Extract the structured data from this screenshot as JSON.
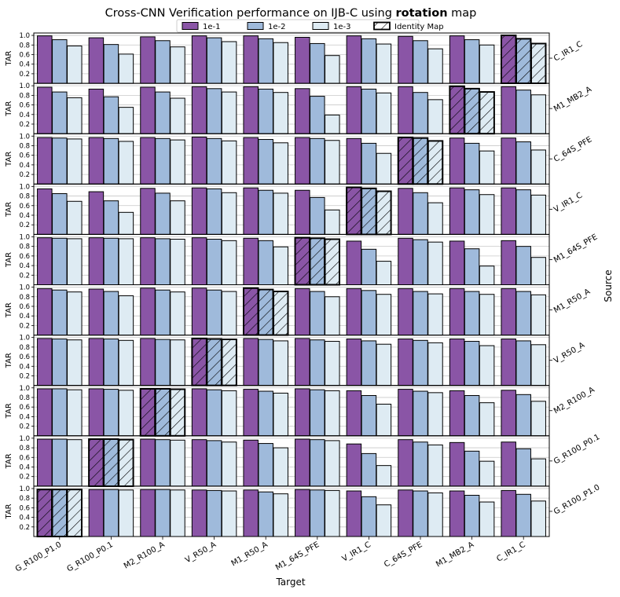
{
  "chart_data": {
    "type": "bar",
    "title_plain": "Cross-CNN Verification performance on IJB-C using ",
    "title_bold": "rotation",
    "title_end": " map",
    "xlabel": "Target",
    "ylabel": "TAR",
    "right_label": "Source",
    "ylim": [
      0,
      1.05
    ],
    "yticks": [
      "0.2",
      "0.4",
      "0.6",
      "0.8",
      "1.0"
    ],
    "grid": true,
    "legend": {
      "placement": "top-center",
      "entries": [
        "1e-1",
        "1e-2",
        "1e-3",
        "Identity Map"
      ]
    },
    "colors": {
      "s1": "#8a55a6",
      "s2": "#9fbadb",
      "s3": "#deebf3",
      "edge": "#000000",
      "grid": "#c8c8c8"
    },
    "categories": [
      "G_R100_P1.0",
      "G_R100_P0.1",
      "M2_R100_A",
      "V_R50_A",
      "M1_R50_A",
      "M1_64S_PFE",
      "V_IR1_C",
      "C_64S_PFE",
      "M1_MB2_A",
      "C_IR1_C"
    ],
    "rows": [
      {
        "source": "C_IR1_C",
        "identity": 9,
        "values": [
          [
            0.99,
            0.91,
            0.78
          ],
          [
            0.95,
            0.81,
            0.61
          ],
          [
            0.97,
            0.89,
            0.76
          ],
          [
            0.99,
            0.95,
            0.87
          ],
          [
            0.99,
            0.93,
            0.85
          ],
          [
            0.96,
            0.83,
            0.58
          ],
          [
            0.99,
            0.93,
            0.82
          ],
          [
            0.98,
            0.89,
            0.72
          ],
          [
            0.99,
            0.91,
            0.8
          ],
          [
            1.0,
            0.93,
            0.83
          ]
        ]
      },
      {
        "source": "M1_MB2_A",
        "identity": 8,
        "values": [
          [
            0.97,
            0.87,
            0.75
          ],
          [
            0.93,
            0.77,
            0.55
          ],
          [
            0.97,
            0.87,
            0.74
          ],
          [
            0.98,
            0.94,
            0.87
          ],
          [
            0.98,
            0.93,
            0.86
          ],
          [
            0.94,
            0.78,
            0.39
          ],
          [
            0.98,
            0.93,
            0.85
          ],
          [
            0.98,
            0.86,
            0.71
          ],
          [
            0.99,
            0.94,
            0.87
          ],
          [
            0.98,
            0.91,
            0.81
          ]
        ]
      },
      {
        "source": "C_64S_PFE",
        "identity": 7,
        "values": [
          [
            0.97,
            0.96,
            0.94
          ],
          [
            0.97,
            0.95,
            0.89
          ],
          [
            0.97,
            0.95,
            0.92
          ],
          [
            0.98,
            0.95,
            0.9
          ],
          [
            0.97,
            0.93,
            0.86
          ],
          [
            0.97,
            0.95,
            0.91
          ],
          [
            0.95,
            0.85,
            0.64
          ],
          [
            0.97,
            0.96,
            0.9
          ],
          [
            0.96,
            0.85,
            0.69
          ],
          [
            0.96,
            0.88,
            0.71
          ]
        ]
      },
      {
        "source": "V_IR1_C",
        "identity": 6,
        "values": [
          [
            0.95,
            0.85,
            0.69
          ],
          [
            0.89,
            0.7,
            0.46
          ],
          [
            0.96,
            0.86,
            0.7
          ],
          [
            0.97,
            0.95,
            0.87
          ],
          [
            0.97,
            0.92,
            0.86
          ],
          [
            0.92,
            0.77,
            0.51
          ],
          [
            0.98,
            0.96,
            0.9
          ],
          [
            0.96,
            0.87,
            0.66
          ],
          [
            0.97,
            0.93,
            0.83
          ],
          [
            0.97,
            0.93,
            0.82
          ]
        ]
      },
      {
        "source": "M1_64S_PFE",
        "identity": 5,
        "values": [
          [
            0.98,
            0.97,
            0.96
          ],
          [
            0.98,
            0.97,
            0.96
          ],
          [
            0.98,
            0.96,
            0.95
          ],
          [
            0.98,
            0.95,
            0.92
          ],
          [
            0.97,
            0.92,
            0.79
          ],
          [
            0.98,
            0.97,
            0.95
          ],
          [
            0.91,
            0.74,
            0.49
          ],
          [
            0.97,
            0.94,
            0.89
          ],
          [
            0.91,
            0.75,
            0.39
          ],
          [
            0.92,
            0.8,
            0.57
          ]
        ]
      },
      {
        "source": "M1_R50_A",
        "identity": 4,
        "values": [
          [
            0.97,
            0.94,
            0.9
          ],
          [
            0.96,
            0.91,
            0.82
          ],
          [
            0.98,
            0.94,
            0.9
          ],
          [
            0.98,
            0.94,
            0.91
          ],
          [
            0.98,
            0.95,
            0.91
          ],
          [
            0.97,
            0.91,
            0.8
          ],
          [
            0.97,
            0.93,
            0.85
          ],
          [
            0.97,
            0.91,
            0.86
          ],
          [
            0.97,
            0.91,
            0.85
          ],
          [
            0.97,
            0.91,
            0.84
          ]
        ]
      },
      {
        "source": "V_R50_A",
        "identity": 3,
        "values": [
          [
            0.98,
            0.97,
            0.95
          ],
          [
            0.98,
            0.97,
            0.94
          ],
          [
            0.98,
            0.96,
            0.95
          ],
          [
            0.98,
            0.97,
            0.96
          ],
          [
            0.98,
            0.96,
            0.93
          ],
          [
            0.98,
            0.95,
            0.92
          ],
          [
            0.97,
            0.93,
            0.86
          ],
          [
            0.97,
            0.94,
            0.89
          ],
          [
            0.97,
            0.92,
            0.83
          ],
          [
            0.97,
            0.93,
            0.85
          ]
        ]
      },
      {
        "source": "M2_R100_A",
        "identity": 2,
        "values": [
          [
            0.98,
            0.98,
            0.96
          ],
          [
            0.98,
            0.97,
            0.95
          ],
          [
            0.98,
            0.98,
            0.97
          ],
          [
            0.98,
            0.96,
            0.94
          ],
          [
            0.97,
            0.93,
            0.89
          ],
          [
            0.98,
            0.96,
            0.94
          ],
          [
            0.94,
            0.84,
            0.66
          ],
          [
            0.97,
            0.93,
            0.9
          ],
          [
            0.94,
            0.84,
            0.69
          ],
          [
            0.95,
            0.86,
            0.72
          ]
        ]
      },
      {
        "source": "G_R100_P0.1",
        "identity": 1,
        "values": [
          [
            0.98,
            0.98,
            0.97
          ],
          [
            0.98,
            0.98,
            0.97
          ],
          [
            0.98,
            0.97,
            0.96
          ],
          [
            0.97,
            0.95,
            0.92
          ],
          [
            0.96,
            0.89,
            0.8
          ],
          [
            0.98,
            0.97,
            0.95
          ],
          [
            0.88,
            0.68,
            0.43
          ],
          [
            0.97,
            0.92,
            0.86
          ],
          [
            0.91,
            0.73,
            0.52
          ],
          [
            0.92,
            0.78,
            0.57
          ]
        ]
      },
      {
        "source": "G_R100_P1.0",
        "identity": 0,
        "values": [
          [
            0.98,
            0.98,
            0.98
          ],
          [
            0.98,
            0.98,
            0.97
          ],
          [
            0.98,
            0.98,
            0.97
          ],
          [
            0.97,
            0.96,
            0.95
          ],
          [
            0.97,
            0.93,
            0.89
          ],
          [
            0.98,
            0.97,
            0.96
          ],
          [
            0.95,
            0.83,
            0.66
          ],
          [
            0.97,
            0.95,
            0.91
          ],
          [
            0.95,
            0.86,
            0.72
          ],
          [
            0.96,
            0.88,
            0.74
          ]
        ]
      }
    ]
  }
}
